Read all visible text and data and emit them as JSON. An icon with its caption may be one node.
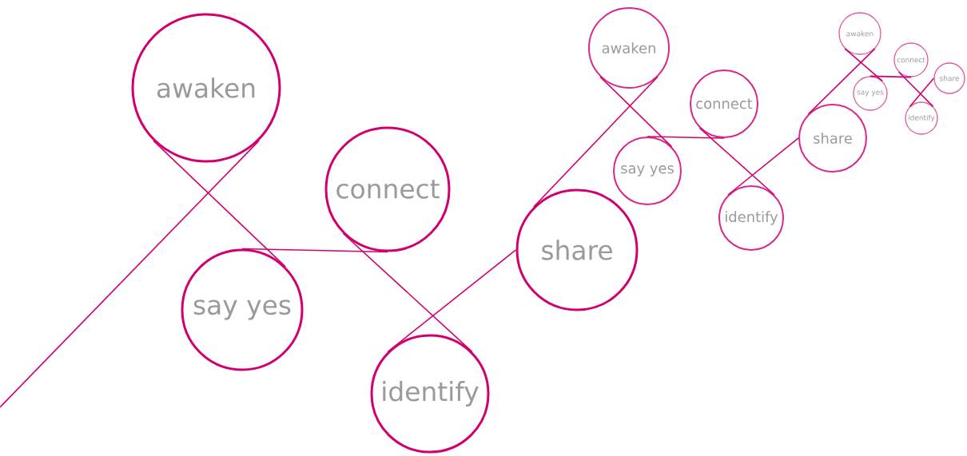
{
  "diagram": {
    "nodes": [
      {
        "text": [
          "awaken"
        ]
      },
      {
        "text": [
          "connect"
        ]
      },
      {
        "text": [
          "say yes"
        ]
      },
      {
        "text": [
          "identify"
        ]
      },
      {
        "text": [
          "share"
        ]
      },
      {
        "text": [
          "awaken"
        ]
      },
      {
        "text": [
          "connect"
        ]
      },
      {
        "text": [
          "say yes"
        ]
      },
      {
        "text": [
          "identify"
        ]
      },
      {
        "text": [
          "share"
        ]
      },
      {
        "text": [
          "awaken"
        ]
      },
      {
        "text": [
          "connect"
        ]
      },
      {
        "text": [
          "say yes"
        ]
      },
      {
        "text": [
          "identify"
        ]
      },
      {
        "text": [
          "share"
        ]
      }
    ],
    "edges": [
      {
        "from": null,
        "to": 0,
        "arrow": "none"
      },
      {
        "from": 0,
        "to": 2,
        "arrow": "none"
      },
      {
        "from": 2,
        "to": 1,
        "arrow": "none"
      },
      {
        "from": 1,
        "to": 3,
        "arrow": "none"
      },
      {
        "from": 3,
        "to": 4,
        "arrow": "none"
      },
      {
        "from": 4,
        "to": 5,
        "arrow": "none"
      },
      {
        "from": 5,
        "to": 7,
        "arrow": "none"
      },
      {
        "from": 7,
        "to": 6,
        "arrow": "none"
      },
      {
        "from": 6,
        "to": 8,
        "arrow": "none"
      },
      {
        "from": 8,
        "to": 9,
        "arrow": "none"
      },
      {
        "from": 9,
        "to": 10,
        "arrow": "none"
      },
      {
        "from": 10,
        "to": 12,
        "arrow": "none"
      },
      {
        "from": 12,
        "to": 11,
        "arrow": "none"
      },
      {
        "from": 11,
        "to": 13,
        "arrow": "none"
      },
      {
        "from": 13,
        "to": 14,
        "arrow": "none"
      }
    ]
  }
}
